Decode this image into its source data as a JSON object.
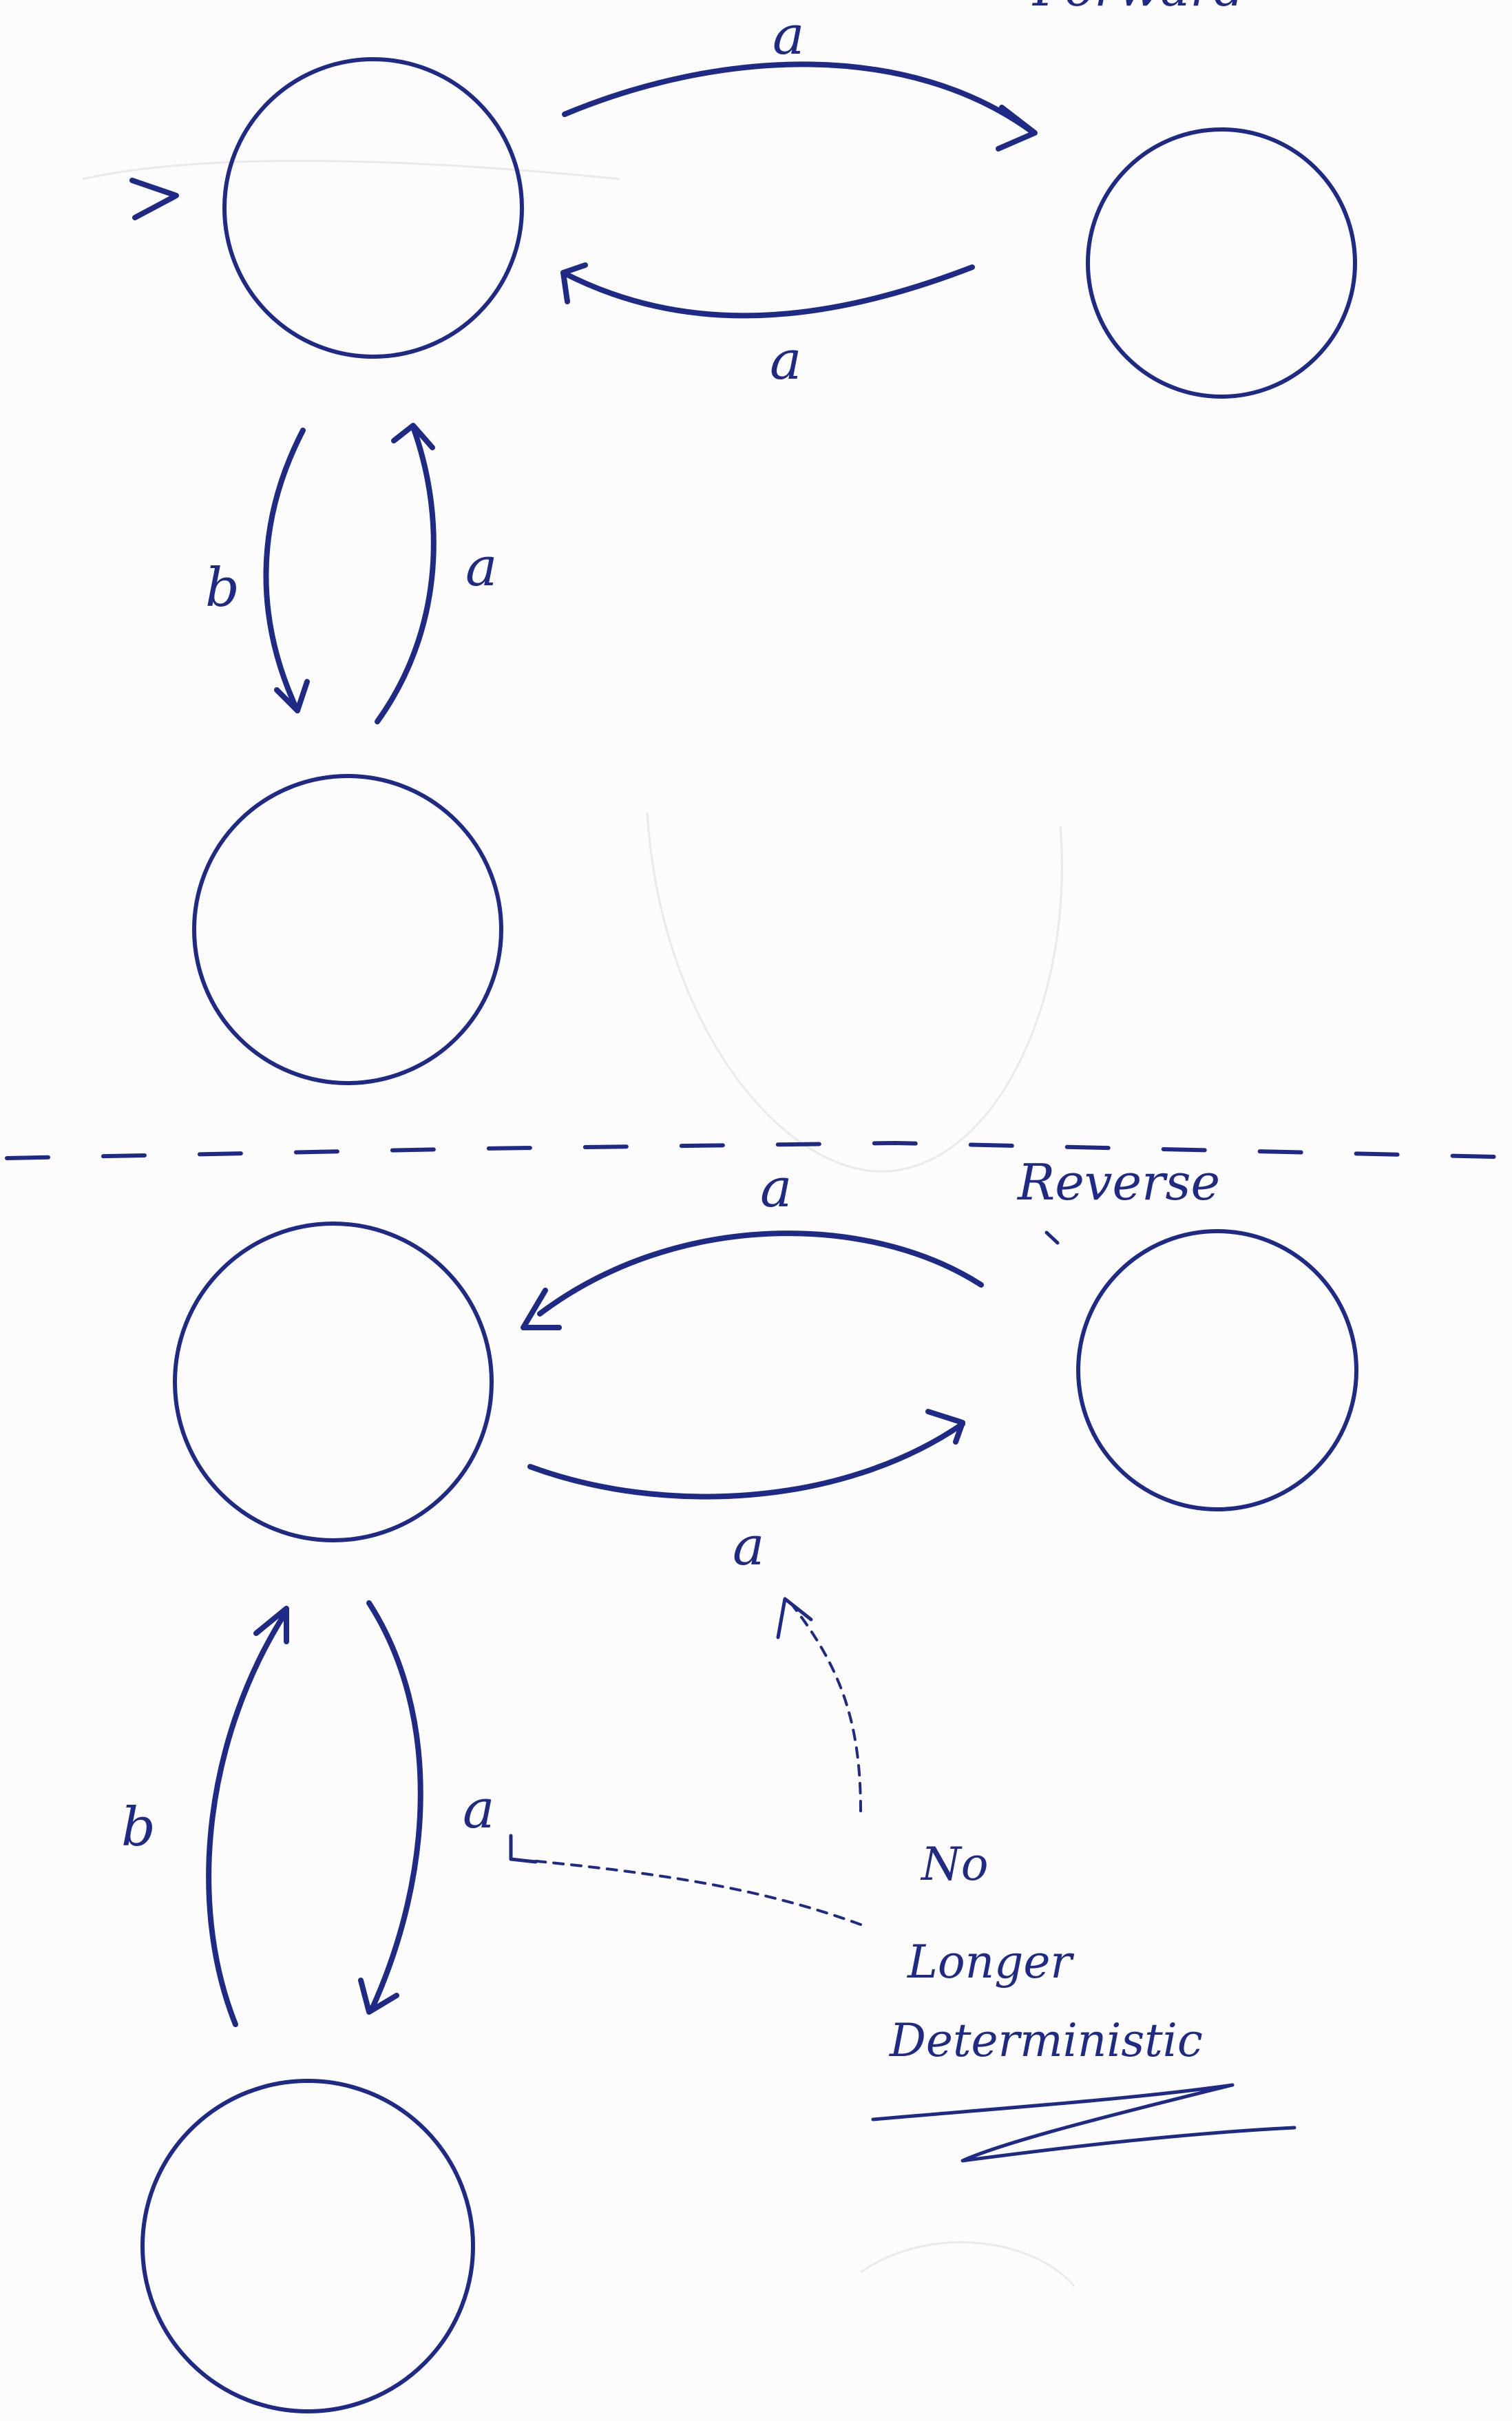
{
  "diagram": {
    "top_title": "Forward",
    "bottom_title": "Reverse",
    "edge_labels_top": {
      "upper": "a",
      "lower": "a",
      "left": "b",
      "right": "a"
    },
    "edge_labels_bottom": {
      "upper": "a",
      "lower": "a",
      "left": "b",
      "right": "a"
    },
    "note": {
      "line1": "No",
      "line2": "Longer",
      "line3": "Deterministic"
    },
    "colors": {
      "ink": "#1e2a86",
      "paper": "#fcfcfc"
    }
  }
}
